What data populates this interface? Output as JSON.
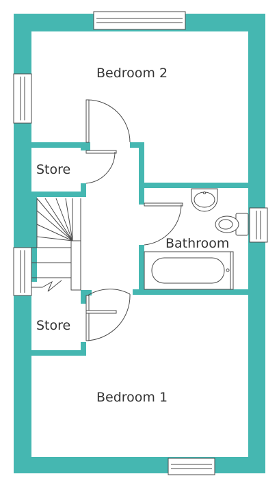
{
  "colors": {
    "wall": "#45b7b1",
    "floor": "#ffffff",
    "line": "#4a4a4a",
    "text": "#333333"
  },
  "rooms": {
    "bedroom2": "Bedroom 2",
    "store_upper": "Store",
    "bathroom": "Bathroom",
    "store_lower": "Store",
    "bedroom1": "Bedroom 1"
  },
  "icons": {
    "window": "window-icon",
    "door": "door-swing-icon",
    "staircase": "staircase-icon",
    "sink": "sink-icon",
    "toilet": "toilet-icon",
    "bathtub": "bathtub-icon"
  }
}
